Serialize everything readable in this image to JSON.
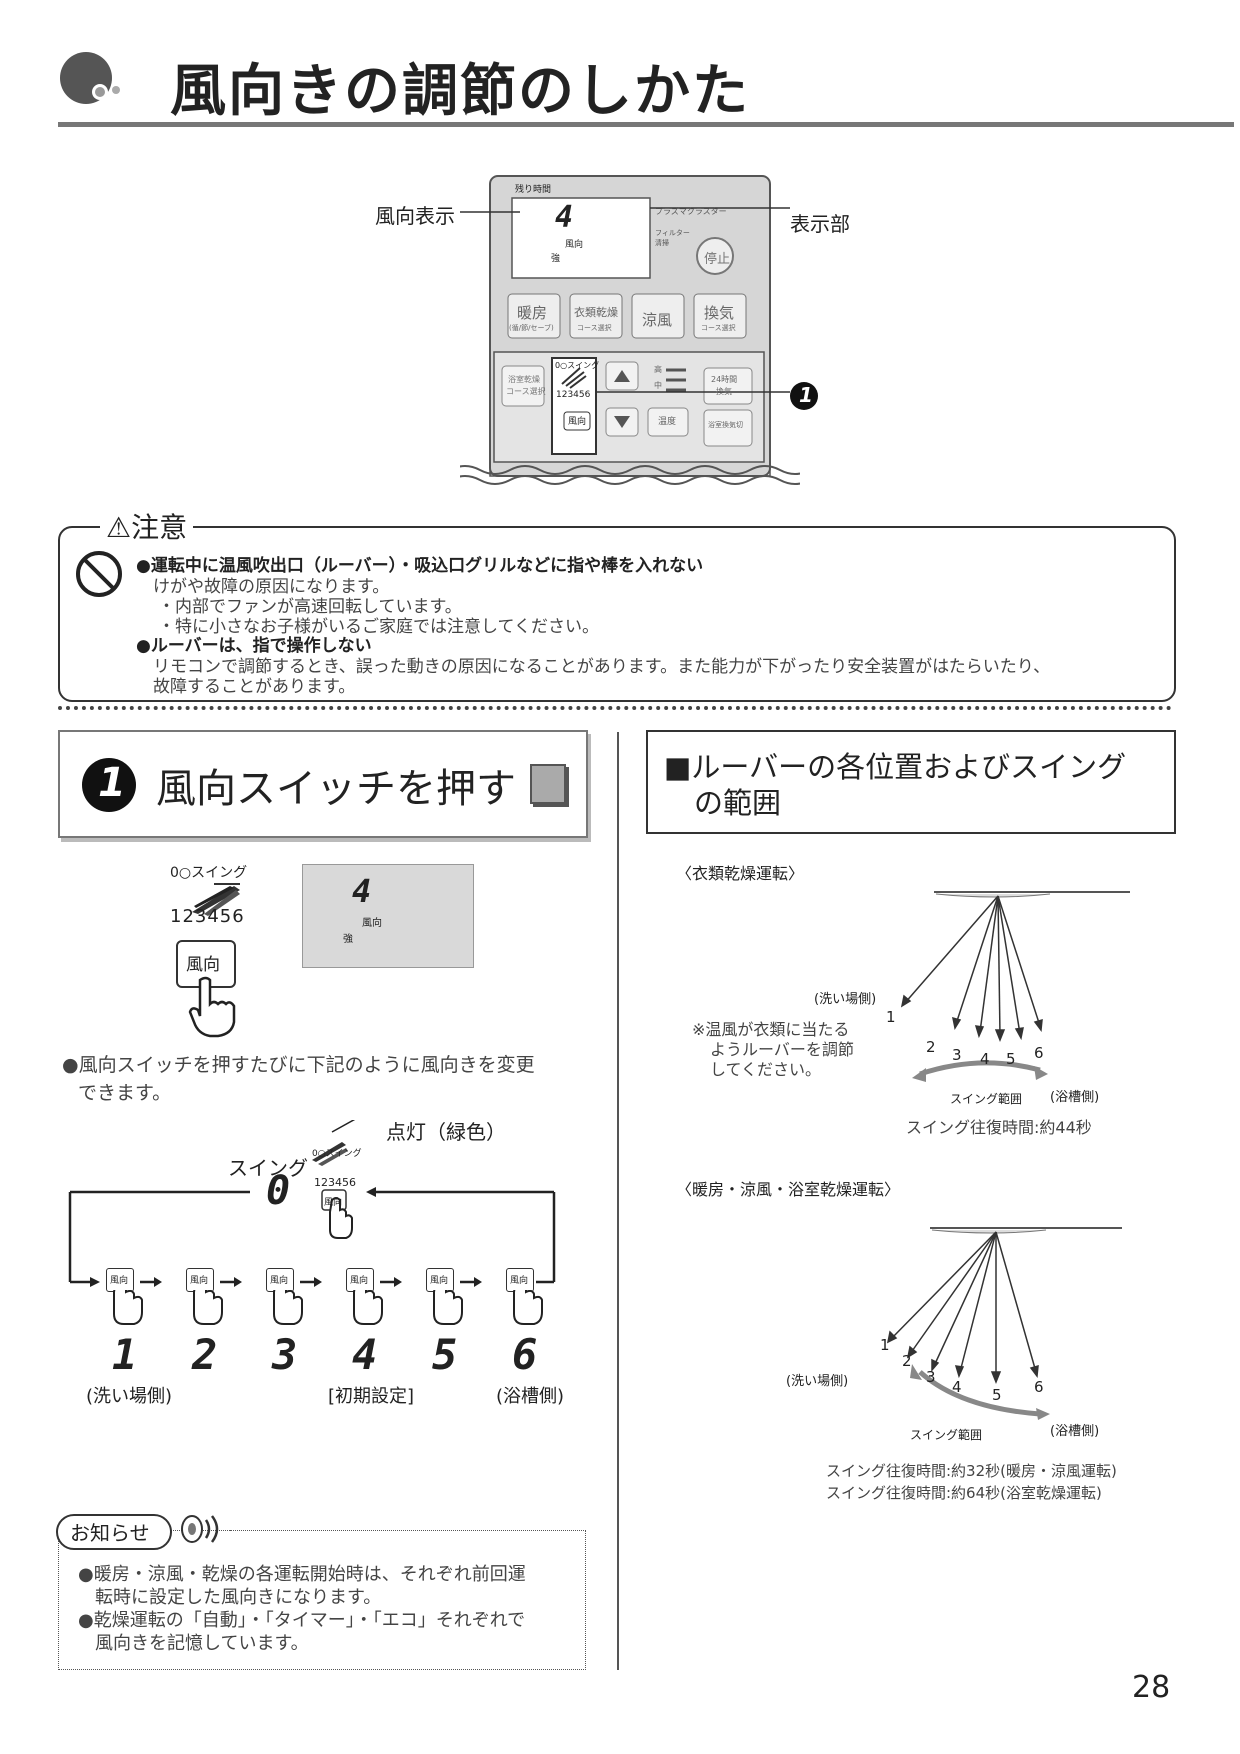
{
  "header": {
    "title": "風向きの調節のしかた"
  },
  "remote": {
    "callout_wind": "風向表示",
    "callout_display": "表示部",
    "remaining_time": "残り時間",
    "digit": "4",
    "lcd_wind": "風向",
    "lcd_strong": "強",
    "plasma": "プラズマクラスター",
    "filter": "フィルター",
    "filter2": "清掃",
    "stop": "停止",
    "buttons": [
      {
        "label": "暖房",
        "sub": "(循/節/セーブ)"
      },
      {
        "label": "衣類乾燥",
        "sub": "コース選択"
      },
      {
        "label": "涼風",
        "sub": ""
      },
      {
        "label": "換気",
        "sub": "コース選択"
      }
    ],
    "panel_bath_dry": "浴室乾燥",
    "panel_course": "コース選択",
    "panel_swing": "0○スイング",
    "panel_digits": "123456",
    "panel_wind_btn": "風向",
    "panel_high": "高",
    "panel_mid": "中",
    "panel_temp": "温度",
    "panel_24h": "24時間",
    "panel_vent": "換気",
    "panel_bath_vent": "浴室換気切",
    "step_marker": "1"
  },
  "caution": {
    "title": "⚠注意",
    "item1_bold": "●運転中に温風吹出口（ルーバー）・吸込口グリルなどに指や棒を入れない",
    "item1_l1": "けがや故障の原因になります。",
    "item1_l2": "・内部でファンが高速回転しています。",
    "item1_l3": "・特に小さなお子様がいるご家庭では注意してください。",
    "item2_bold": "●ルーバーは、指で操作しない",
    "item2_l1": "リモコンで調節するとき、誤った動きの原因になることがあります。また能力が下がったり安全装置がはたらいたり、",
    "item2_l2": "故障することがあります。"
  },
  "step1": {
    "number": "1",
    "title": "風向スイッチを押す",
    "swing_label": "0○スイング",
    "digits": "123456",
    "button": "風向",
    "lcd_digit": "4",
    "lcd_wind": "風向",
    "lcd_strong": "強",
    "desc_l1": "●風向スイッチを押すたびに下記のように風向きを変更",
    "desc_l2": "できます。",
    "lit": "点灯（緑色）",
    "swing": "スイング",
    "zero": "0",
    "mini_swing": "0○スイング",
    "mini_digits": "123456",
    "mini_button": "風向",
    "sequence": [
      "1",
      "2",
      "3",
      "4",
      "5",
      "6"
    ],
    "seq_button": "風向",
    "label_wash": "(洗い場側)",
    "label_initial": "[初期設定]",
    "label_tub": "(浴槽側)"
  },
  "notice": {
    "title": "お知らせ",
    "l1": "●暖房・涼風・乾燥の各運転開始時は、それぞれ前回運",
    "l2": "転時に設定した風向きになります。",
    "l3": "●乾燥運転の「自動」・「タイマー」・「エコ」それぞれで",
    "l4": "風向きを記憶しています。"
  },
  "louver": {
    "title_l1": "■ルーバーの各位置およびスイング",
    "title_l2": "の範囲",
    "laundry": {
      "heading": "〈衣類乾燥運転〉",
      "wash_side": "(洗い場側)",
      "note_l1": "※温風が衣類に当たる",
      "note_l2": "ようルーバーを調節",
      "note_l3": "してください。",
      "positions": [
        "1",
        "2",
        "3",
        "4",
        "5",
        "6"
      ],
      "swing_range": "スイング範囲",
      "tub_side": "(浴槽側)",
      "time": "スイング往復時間:約44秒"
    },
    "heating": {
      "heading": "〈暖房・涼風・浴室乾燥運転〉",
      "wash_side": "(洗い場側)",
      "positions": [
        "1",
        "2",
        "3",
        "4",
        "5",
        "6"
      ],
      "swing_range": "スイング範囲",
      "tub_side": "(浴槽側)",
      "time1": "スイング往復時間:約32秒(暖房・涼風運転)",
      "time2": "スイング往復時間:約64秒(浴室乾燥運転)"
    }
  },
  "page_number": "28"
}
